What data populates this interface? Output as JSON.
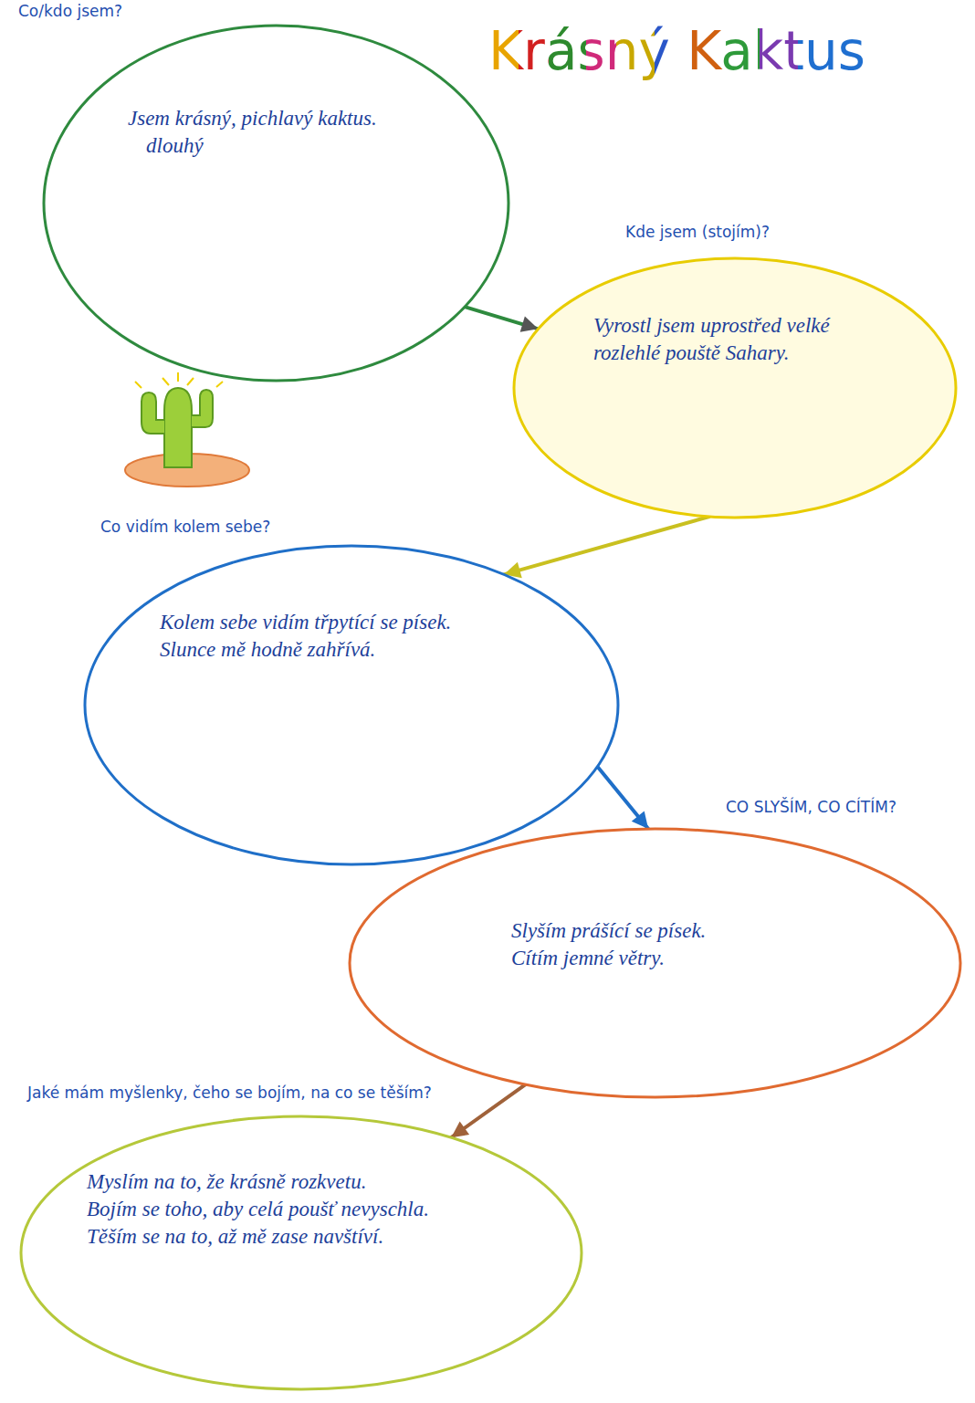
{
  "diagram": {
    "title": "Krásný Kaktus",
    "nodes": [
      {
        "text": [
          "Co/kdo jsem?",
          "Jsem krásný, pichlavý kaktus.",
          "dlouhý"
        ]
      },
      {
        "text": [
          "Kde jsem (stojím)?",
          "Vyrostl jsem uprostřed velké rozlehlé pouště Sahary."
        ]
      },
      {
        "text": [
          "Co vidím kolem sebe?",
          "Kolem sebe vidím třpytící se písek.",
          "Slunce mě hodně zahřívá."
        ]
      },
      {
        "text": [
          "CO SLYŠÍM, CO CÍTÍM?",
          "Slyším prášící se písek.",
          "Cítím jemné větry."
        ]
      },
      {
        "text": [
          "Jaké mám myšlenky, čeho se bojím, na co se těším?",
          "Myslím na to, že krásně rozkvetu.",
          "Bojím se toho, aby celá poušť nevyschla.",
          "Těším se na to, až mě zase navštíví."
        ]
      }
    ],
    "edges": [
      {
        "from": 0,
        "to": 1,
        "arrow": "to"
      },
      {
        "from": 1,
        "to": 2,
        "arrow": "to"
      },
      {
        "from": 2,
        "to": 3,
        "arrow": "to"
      },
      {
        "from": 3,
        "to": 4,
        "arrow": "to"
      }
    ]
  }
}
